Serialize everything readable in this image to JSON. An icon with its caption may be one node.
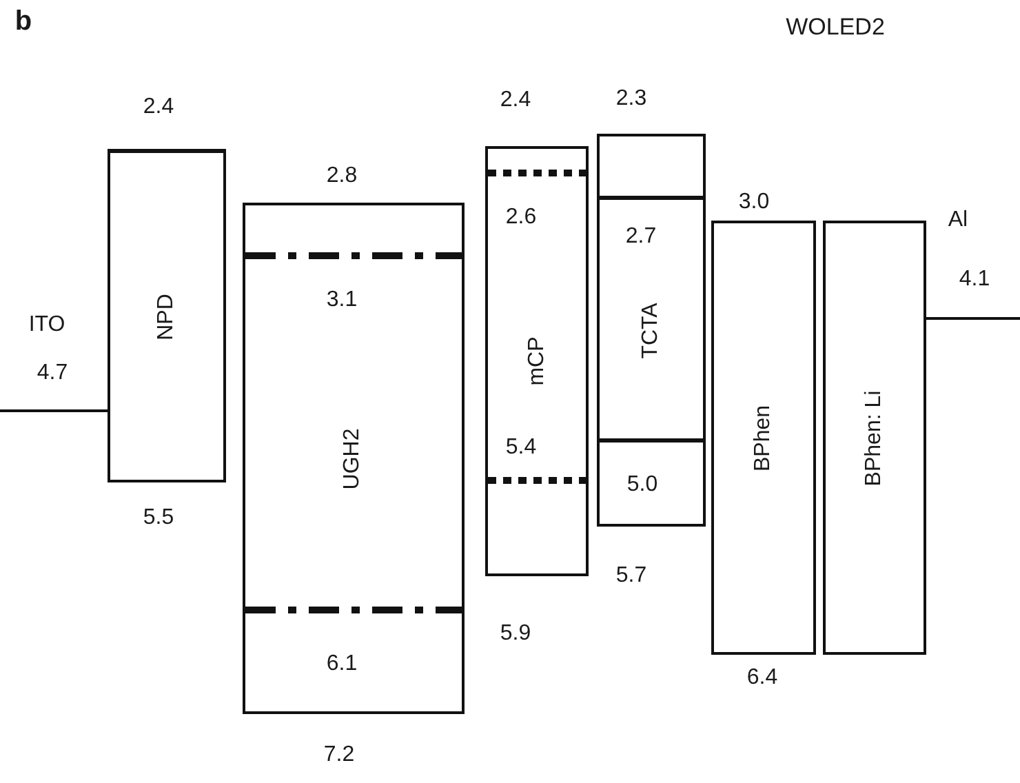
{
  "diagram": {
    "title": "WOLED2",
    "nodes": [
      {
        "text": [
          "NPD"
        ],
        "beside": [
          "2.4",
          "5.5"
        ]
      },
      {
        "text": [
          "UGH2",
          "3.1",
          "6.1"
        ],
        "beside": [
          "2.8",
          "7.2"
        ]
      },
      {
        "text": [
          "mCP",
          "2.6",
          "5.4"
        ],
        "beside": [
          "2.4",
          "5.9"
        ]
      },
      {
        "text": [
          "TCTA",
          "2.7",
          "5.0"
        ],
        "beside": [
          "2.3",
          "5.7"
        ]
      },
      {
        "text": [
          "BPhen"
        ],
        "beside": [
          "3.0",
          "6.4"
        ]
      },
      {
        "text": [
          "BPhen: Li"
        ]
      }
    ],
    "edges": [],
    "labels": [
      "b",
      "ITO",
      "4.7",
      "Al",
      "4.1"
    ]
  }
}
